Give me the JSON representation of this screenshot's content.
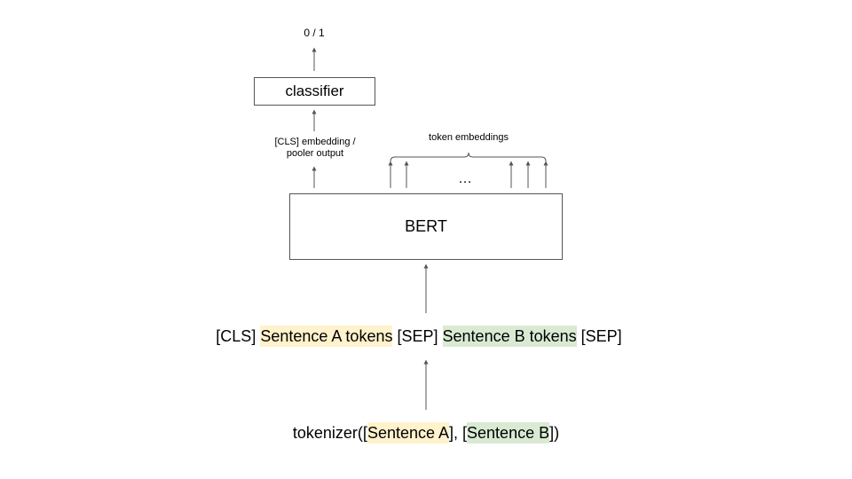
{
  "output_label": "0 / 1",
  "classifier": {
    "label": "classifier"
  },
  "cls_embedding": {
    "line1": "[CLS] embedding /",
    "line2": "pooler output"
  },
  "token_embeddings": {
    "label": "token embeddings",
    "ellipsis": "…"
  },
  "bert": {
    "label": "BERT"
  },
  "sequence": {
    "cls": "[CLS]",
    "sentence_a_tokens": "Sentence A tokens",
    "sep1": "[SEP]",
    "sentence_b_tokens": "Sentence B tokens",
    "sep2": "[SEP]"
  },
  "tokenizer": {
    "prefix": "tokenizer([",
    "sentence_a": "Sentence A",
    "middle": "], [",
    "sentence_b": "Sentence B",
    "suffix": "])"
  },
  "colors": {
    "sentence_a_highlight": "#fff2cc",
    "sentence_b_highlight": "#d9ead3",
    "border": "#555555",
    "arrow": "#555555"
  }
}
